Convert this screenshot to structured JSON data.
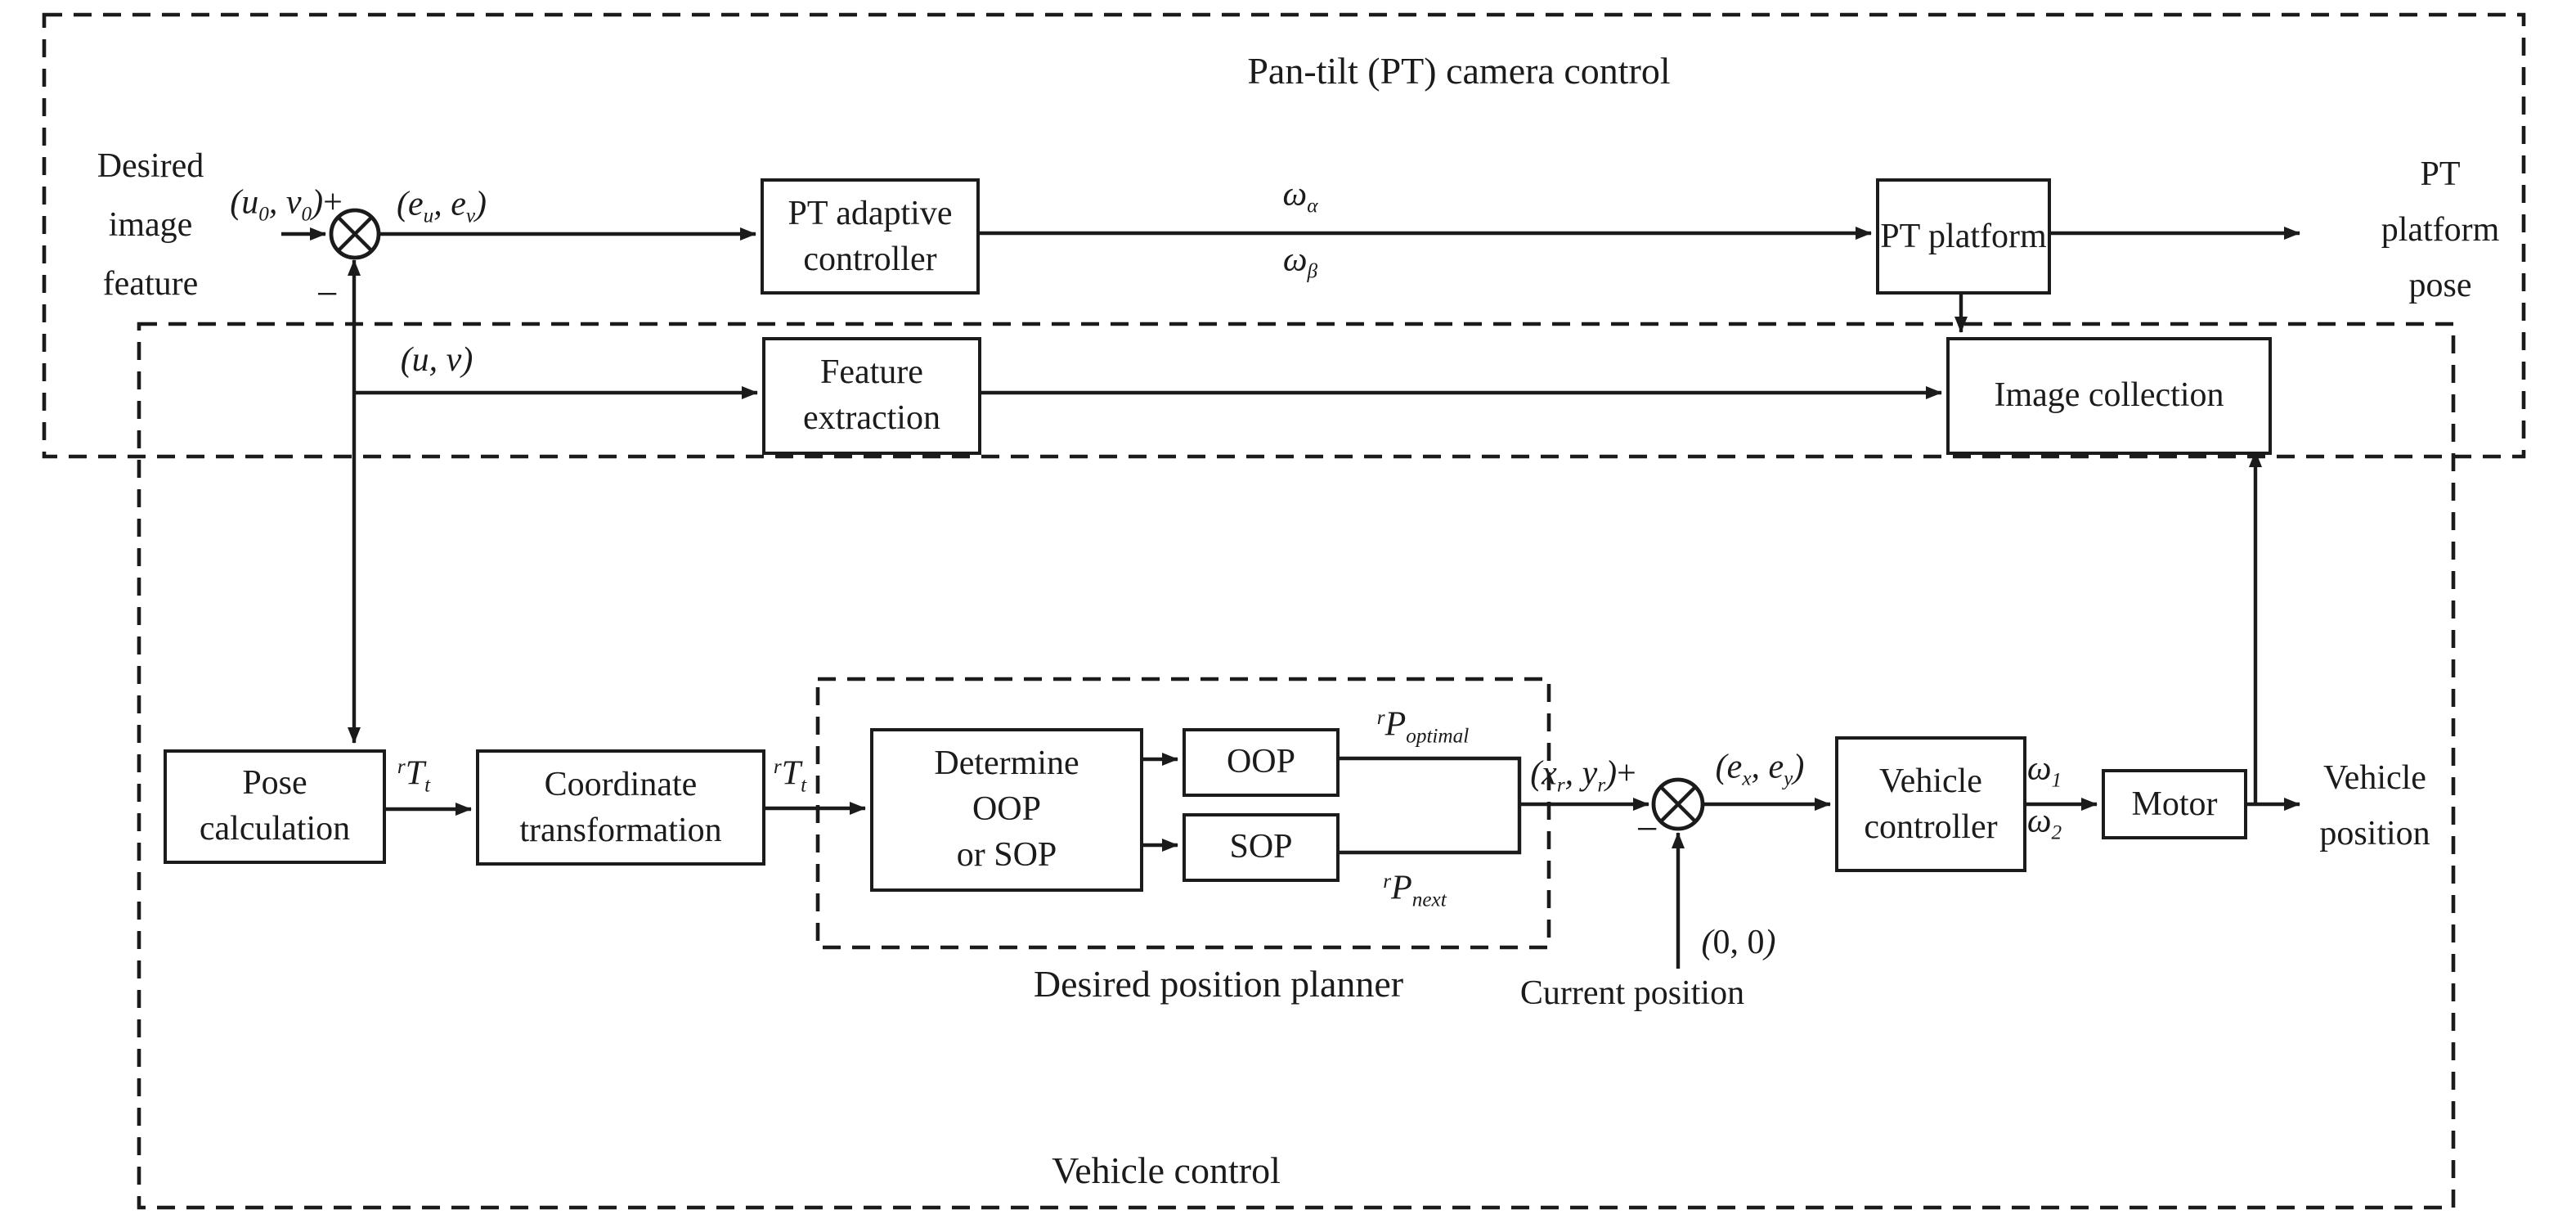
{
  "regions": {
    "pt_camera_control": "Pan-tilt (PT) camera control",
    "vehicle_control": "Vehicle control",
    "desired_position_planner": "Desired position planner"
  },
  "blocks": {
    "pt_adaptive_controller": "PT adaptive\ncontroller",
    "pt_platform": "PT platform",
    "feature_extraction": "Feature\nextraction",
    "image_collection": "Image collection",
    "pose_calculation": "Pose\ncalculation",
    "coordinate_transformation": "Coordinate\ntransformation",
    "determine_oop_or_sop": "Determine\nOOP\nor SOP",
    "oop": "OOP",
    "sop": "SOP",
    "vehicle_controller": "Vehicle\ncontroller",
    "motor": "Motor"
  },
  "io_labels": {
    "desired_image_feature": "Desired\nimage\nfeature",
    "pt_platform_pose": "PT\nplatform\npose",
    "vehicle_position": "Vehicle\nposition",
    "current_position": "Current position"
  },
  "signals": {
    "u0_v0_plus": [
      {
        "i": "("
      },
      {
        "i": "u"
      },
      {
        "sub": "0"
      },
      {
        "i": ", v"
      },
      {
        "sub": "0"
      },
      {
        "i": ")"
      },
      {
        "t": "+"
      }
    ],
    "eu_ev": [
      {
        "i": "(e"
      },
      {
        "sub": "u"
      },
      {
        "i": ", e"
      },
      {
        "sub": "v"
      },
      {
        "i": ")"
      }
    ],
    "u_v": [
      {
        "i": "(u, v)"
      }
    ],
    "omega_alpha": [
      {
        "i": "ω"
      },
      {
        "sub": "α"
      }
    ],
    "omega_beta": [
      {
        "i": "ω"
      },
      {
        "sub": "β"
      }
    ],
    "rTt_1": [
      {
        "sup": "r"
      },
      {
        "i": "T"
      },
      {
        "sub": "t"
      }
    ],
    "rTt_2": [
      {
        "sup": "r"
      },
      {
        "i": "T"
      },
      {
        "sub": "t"
      }
    ],
    "rP_optimal": [
      {
        "sup": "r"
      },
      {
        "i": "P"
      },
      {
        "sub": "optimal"
      }
    ],
    "rP_next": [
      {
        "sup": "r"
      },
      {
        "i": "P"
      },
      {
        "sub": "next"
      }
    ],
    "xr_yr_plus": [
      {
        "i": "(x"
      },
      {
        "sub": "r"
      },
      {
        "i": ", y"
      },
      {
        "sub": "r"
      },
      {
        "i": ")"
      },
      {
        "t": "+"
      }
    ],
    "ex_ey": [
      {
        "i": "(e"
      },
      {
        "sub": "x"
      },
      {
        "i": ", e"
      },
      {
        "sub": "y"
      },
      {
        "i": ")"
      }
    ],
    "omega_1": [
      {
        "i": "ω"
      },
      {
        "sub": "1"
      }
    ],
    "omega_2": [
      {
        "i": "ω"
      },
      {
        "sub": "2"
      }
    ],
    "zero_zero": [
      {
        "i": "("
      },
      {
        "t": "0, 0"
      },
      {
        "i": ")"
      }
    ]
  },
  "signs": {
    "minus_pt_junction": "−",
    "minus_vehicle_junction": "−"
  }
}
